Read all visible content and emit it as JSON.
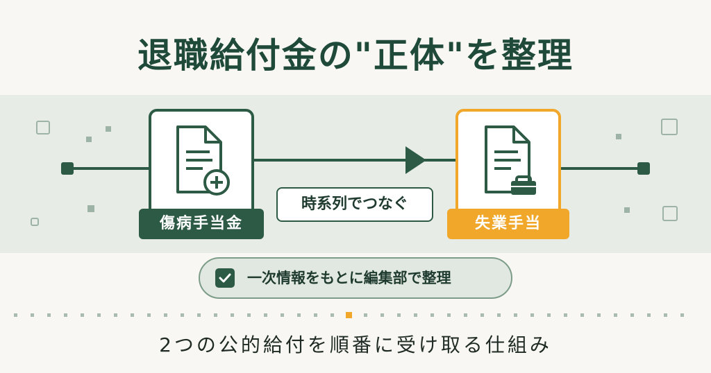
{
  "title": "退職給付金の\"正体\"を整理",
  "left_card": {
    "label": "傷病手当金",
    "icon": "document-plus-icon"
  },
  "right_card": {
    "label": "失業手当",
    "icon": "document-briefcase-icon"
  },
  "connector_label": "時系列でつなぐ",
  "note": {
    "icon": "checkmark-icon",
    "text": "一次情報をもとに編集部で整理"
  },
  "subtitle": "2つの公的給付を順番に受け取る仕組み",
  "colors": {
    "primary": "#2d5a45",
    "accent": "#f0a72a",
    "band": "#e7ece7"
  }
}
